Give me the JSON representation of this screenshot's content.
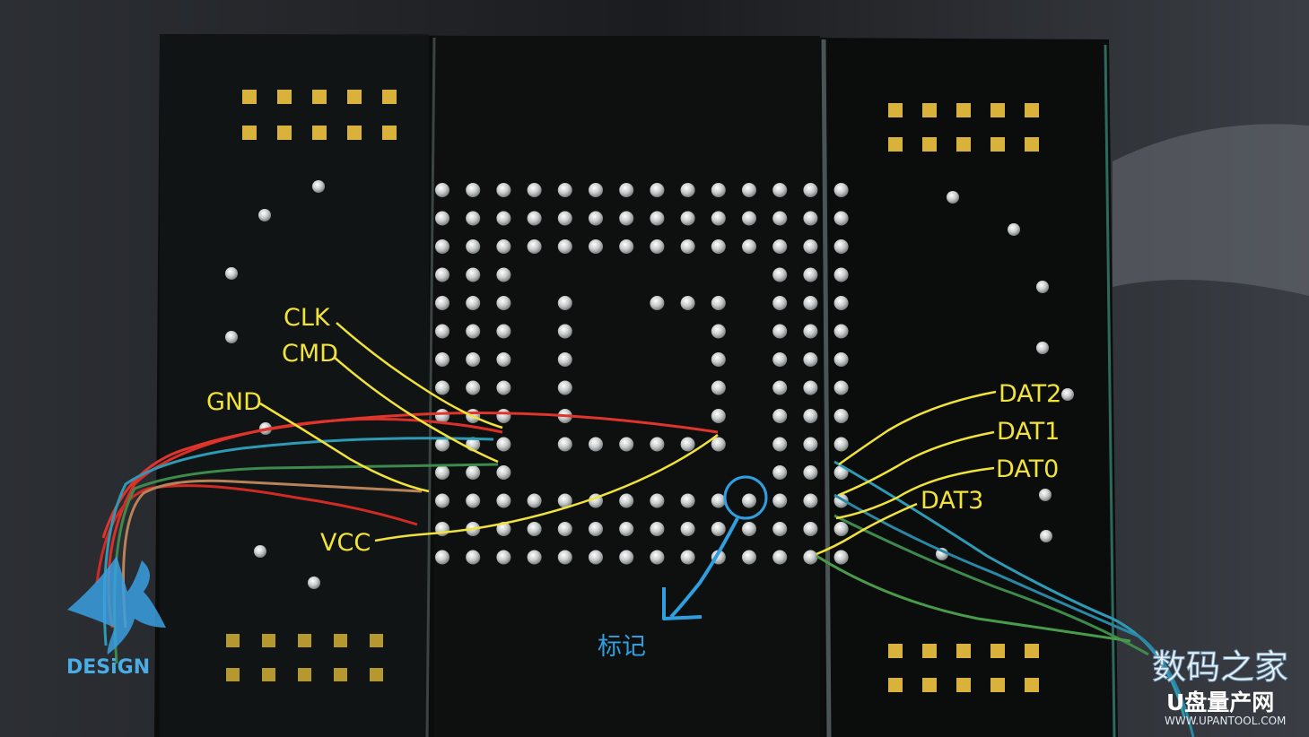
{
  "labels": {
    "clk": "CLK",
    "cmd": "CMD",
    "gnd": "GND",
    "vcc": "VCC",
    "dat2": "DAT2",
    "dat1": "DAT1",
    "dat0": "DAT0",
    "dat3": "DAT3",
    "marker": "标记"
  },
  "watermarks": {
    "left_logo": "DESiGN",
    "site_name": "数码之家",
    "site_sub": "U盘量产网",
    "site_url": "WWW.UPANTOOL.COM"
  },
  "colors": {
    "annotation_yellow": "#f2e33a",
    "annotation_blue": "#2f9fe0",
    "pcb_black": "#0b0c0c",
    "pad_gold": "#d8b23a",
    "ball_silver": "#cfd3d3",
    "wire_red": "#d9302a",
    "wire_teal": "#2e9ab5",
    "wire_green": "#3d8a4c"
  }
}
